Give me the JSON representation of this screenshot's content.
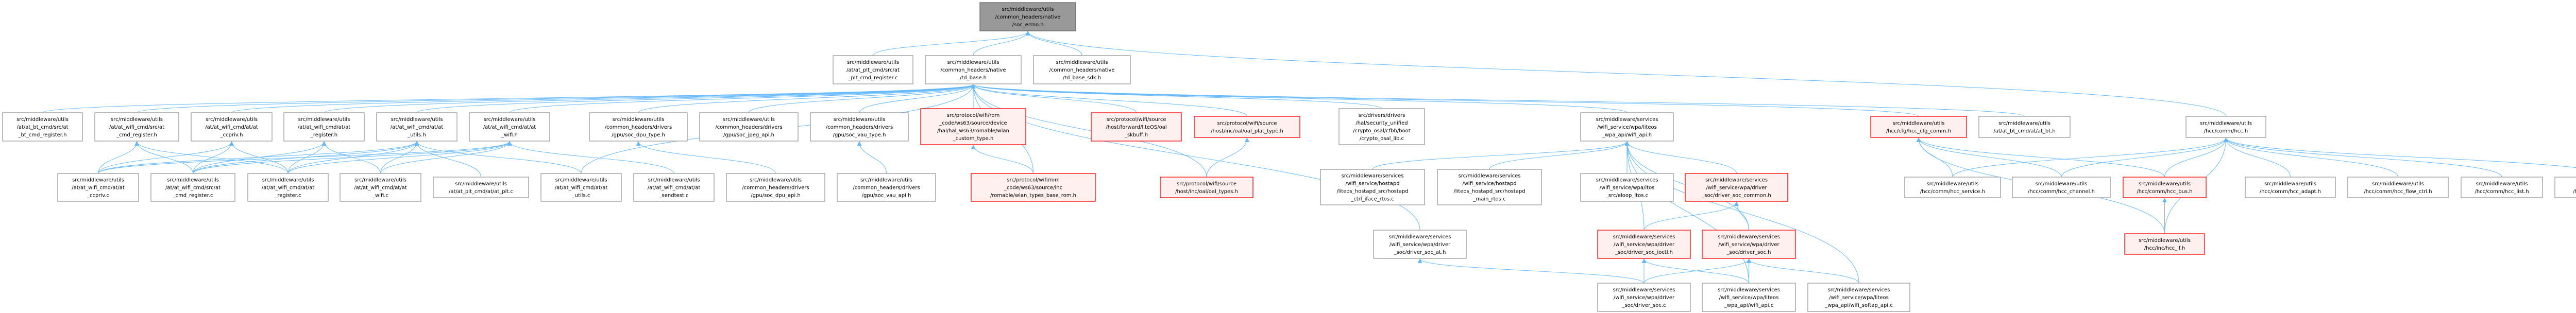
{
  "graph_title": "src/middleware/utils/common_headers/native/soc_errno.h",
  "colors": {
    "edge": "#63b8ff",
    "main_fill": "#999999",
    "main_border": "#666666",
    "normal_fill": "#ffffff",
    "normal_border": "#999999",
    "truncated_fill": "#fff0f0",
    "truncated_border": "#ff0000"
  },
  "nodes": {
    "soc_errno": {
      "lines": [
        "src/middleware/utils",
        "/common_headers/native",
        "/soc_errno.h"
      ],
      "kind": "main"
    },
    "at_plt_cmd_register_c": {
      "lines": [
        "src/middleware/utils",
        "/at/at_plt_cmd/src/at",
        "_plt_cmd_register.c"
      ],
      "kind": "normal"
    },
    "td_base": {
      "lines": [
        "src/middleware/utils",
        "/common_headers/native",
        "/td_base.h"
      ],
      "kind": "normal"
    },
    "td_base_sdk": {
      "lines": [
        "src/middleware/utils",
        "/common_headers/native",
        "/td_base_sdk.h"
      ],
      "kind": "normal"
    },
    "at_bt_cmd_register_h": {
      "lines": [
        "src/middleware/utils",
        "/at/at_bt_cmd/src/at",
        "_bt_cmd_register.h"
      ],
      "kind": "normal"
    },
    "at_cmd_register_h": {
      "lines": [
        "src/middleware/utils",
        "/at/at_wifi_cmd/src/at",
        "_cmd_register.h"
      ],
      "kind": "normal"
    },
    "at_ccpriv_h": {
      "lines": [
        "src/middleware/utils",
        "/at/at_wifi_cmd/at/at",
        "_ccpriv.h"
      ],
      "kind": "normal"
    },
    "at_register_h": {
      "lines": [
        "src/middleware/utils",
        "/at/at_wifi_cmd/at/at",
        "_register.h"
      ],
      "kind": "normal"
    },
    "at_utils_h": {
      "lines": [
        "src/middleware/utils",
        "/at/at_wifi_cmd/at/at",
        "_utils.h"
      ],
      "kind": "normal"
    },
    "at_wifi_h": {
      "lines": [
        "src/middleware/utils",
        "/at/at_wifi_cmd/at/at",
        "_wifi.h"
      ],
      "kind": "normal"
    },
    "soc_dpu_type": {
      "lines": [
        "src/middleware/utils",
        "/common_headers/drivers",
        "/gpu/soc_dpu_type.h"
      ],
      "kind": "normal"
    },
    "soc_jpeg_api": {
      "lines": [
        "src/middleware/utils",
        "/common_headers/drivers",
        "/gpu/soc_jpeg_api.h"
      ],
      "kind": "normal"
    },
    "soc_vau_type": {
      "lines": [
        "src/middleware/utils",
        "/common_headers/drivers",
        "/gpu/soc_vau_type.h"
      ],
      "kind": "normal"
    },
    "wlan_custom_type": {
      "lines": [
        "src/protocol/wifi/rom",
        "_code/ws63/source/device",
        "/hal/hal_ws63/romable/wlan",
        "_custom_type.h"
      ],
      "kind": "truncated"
    },
    "oal_skbuff": {
      "lines": [
        "src/protocol/wifi/source",
        "/host/forward/liteOS/oal",
        "_skbuff.h"
      ],
      "kind": "truncated"
    },
    "oal_plat_type": {
      "lines": [
        "src/protocol/wifi/source",
        "/host/inc/oal/oal_plat_type.h"
      ],
      "kind": "truncated"
    },
    "crypto_osal_lib": {
      "lines": [
        "src/drivers/drivers",
        "/hal/security_unified",
        "/crypto_osal/cfbb/boot",
        "/crypto_osal_lib.c"
      ],
      "kind": "normal"
    },
    "wifi_api_h": {
      "lines": [
        "src/middleware/services",
        "/wifi_service/wpa/liteos",
        "_wpa_api/wifi_api.h"
      ],
      "kind": "normal"
    },
    "hcc_cfg_comm": {
      "lines": [
        "src/middleware/utils",
        "/hcc/cfg/hcc_cfg_comm.h"
      ],
      "kind": "truncated"
    },
    "at_bt_h": {
      "lines": [
        "src/middleware/utils",
        "/at/at_bt_cmd/at/at_bt.h"
      ],
      "kind": "normal"
    },
    "hcc_h": {
      "lines": [
        "src/middleware/utils",
        "/hcc/comm/hcc.h"
      ],
      "kind": "normal"
    },
    "at_ccpriv_c": {
      "lines": [
        "src/middleware/utils",
        "/at/at_wifi_cmd/at/at",
        "_ccpriv.c"
      ],
      "kind": "normal"
    },
    "at_cmd_register_c": {
      "lines": [
        "src/middleware/utils",
        "/at/at_wifi_cmd/src/at",
        "_cmd_register.c"
      ],
      "kind": "normal"
    },
    "at_register_c": {
      "lines": [
        "src/middleware/utils",
        "/at/at_wifi_cmd/at/at",
        "_register.c"
      ],
      "kind": "normal"
    },
    "at_wifi_c": {
      "lines": [
        "src/middleware/utils",
        "/at/at_wifi_cmd/at/at",
        "_wifi.c"
      ],
      "kind": "normal"
    },
    "at_plt_c": {
      "lines": [
        "src/middleware/utils",
        "/at/at_plt_cmd/at/at_plt.c"
      ],
      "kind": "normal"
    },
    "at_utils_c": {
      "lines": [
        "src/middleware/utils",
        "/at/at_wifi_cmd/at/at",
        "_utils.c"
      ],
      "kind": "normal"
    },
    "at_sendtest_c": {
      "lines": [
        "src/middleware/utils",
        "/at/at_wifi_cmd/at/at",
        "_sendtest.c"
      ],
      "kind": "normal"
    },
    "soc_dpu_api": {
      "lines": [
        "src/middleware/utils",
        "/common_headers/drivers",
        "/gpu/soc_dpu_api.h"
      ],
      "kind": "normal"
    },
    "soc_vau_api": {
      "lines": [
        "src/middleware/utils",
        "/common_headers/drivers",
        "/gpu/soc_vau_api.h"
      ],
      "kind": "normal"
    },
    "wlan_types_base_rom": {
      "lines": [
        "src/protocol/wifi/rom",
        "_code/ws63/source/inc",
        "/romable/wlan_types_base_rom.h"
      ],
      "kind": "truncated"
    },
    "oal_types": {
      "lines": [
        "src/protocol/wifi/source",
        "/host/inc/oal/oal_types.h"
      ],
      "kind": "truncated"
    },
    "hostapd_ctrl": {
      "lines": [
        "src/middleware/services",
        "/wifi_service/hostapd",
        "/liteos_hostapd_src/hostapd",
        "_ctrl_iface_rtos.c"
      ],
      "kind": "normal"
    },
    "hostapd_main": {
      "lines": [
        "src/middleware/services",
        "/wifi_service/hostapd",
        "/liteos_hostapd_src/hostapd",
        "_main_rtos.c"
      ],
      "kind": "normal"
    },
    "eloop_ltos": {
      "lines": [
        "src/middleware/services",
        "/wifi_service/wpa/ltos",
        "_src/eloop_ltos.c"
      ],
      "kind": "normal"
    },
    "driver_soc_common": {
      "lines": [
        "src/middleware/services",
        "/wifi_service/wpa/driver",
        "_soc/driver_soc_common.h"
      ],
      "kind": "truncated"
    },
    "hcc_service": {
      "lines": [
        "src/middleware/utils",
        "/hcc/comm/hcc_service.h"
      ],
      "kind": "normal"
    },
    "hcc_channel": {
      "lines": [
        "src/middleware/utils",
        "/hcc/comm/hcc_channel.h"
      ],
      "kind": "normal"
    },
    "hcc_bus": {
      "lines": [
        "src/middleware/utils",
        "/hcc/comm/hcc_bus.h"
      ],
      "kind": "truncated"
    },
    "hcc_adapt": {
      "lines": [
        "src/middleware/utils",
        "/hcc/comm/hcc_adapt.h"
      ],
      "kind": "normal"
    },
    "hcc_flow_ctrl": {
      "lines": [
        "src/middleware/utils",
        "/hcc/comm/hcc_flow_ctrl.h"
      ],
      "kind": "normal"
    },
    "hcc_list": {
      "lines": [
        "src/middleware/utils",
        "/hcc/comm/hcc_list.h"
      ],
      "kind": "normal"
    },
    "hcc_rom_callback": {
      "lines": [
        "src/middleware/utils",
        "/hcc/comm/hcc_rom_callback.h"
      ],
      "kind": "normal"
    },
    "driver_soc_at_h": {
      "lines": [
        "src/middleware/services",
        "/wifi_service/wpa/driver",
        "_soc/driver_soc_at.h"
      ],
      "kind": "normal"
    },
    "driver_soc_ioctl": {
      "lines": [
        "src/middleware/services",
        "/wifi_service/wpa/driver",
        "_soc/driver_soc_ioctl.h"
      ],
      "kind": "truncated"
    },
    "driver_soc_h": {
      "lines": [
        "src/middleware/services",
        "/wifi_service/wpa/driver",
        "_soc/driver_soc.h"
      ],
      "kind": "truncated"
    },
    "hcc_if": {
      "lines": [
        "src/middleware/utils",
        "/hcc/inc/hcc_if.h"
      ],
      "kind": "truncated"
    },
    "driver_soc_c": {
      "lines": [
        "src/middleware/services",
        "/wifi_service/wpa/driver",
        "_soc/driver_soc.c"
      ],
      "kind": "normal"
    },
    "wifi_api_c": {
      "lines": [
        "src/middleware/services",
        "/wifi_service/wpa/liteos",
        "_wpa_api/wifi_api.c"
      ],
      "kind": "normal"
    },
    "wifi_softap_api_c": {
      "lines": [
        "src/middleware/services",
        "/wifi_service/wpa/liteos",
        "_wpa_api/wifi_softap_api.c"
      ],
      "kind": "normal"
    }
  },
  "edges": [
    [
      "td_base",
      "soc_errno"
    ],
    [
      "td_base_sdk",
      "soc_errno"
    ],
    [
      "at_plt_cmd_register_c",
      "soc_errno"
    ],
    [
      "hcc_h",
      "soc_errno"
    ],
    [
      "at_bt_cmd_register_h",
      "td_base"
    ],
    [
      "at_cmd_register_h",
      "td_base"
    ],
    [
      "at_ccpriv_h",
      "td_base"
    ],
    [
      "at_register_h",
      "td_base"
    ],
    [
      "at_utils_h",
      "td_base"
    ],
    [
      "at_wifi_h",
      "td_base"
    ],
    [
      "soc_dpu_type",
      "td_base"
    ],
    [
      "soc_jpeg_api",
      "td_base"
    ],
    [
      "soc_vau_type",
      "td_base"
    ],
    [
      "wlan_custom_type",
      "td_base"
    ],
    [
      "oal_skbuff",
      "td_base"
    ],
    [
      "oal_plat_type",
      "td_base"
    ],
    [
      "crypto_osal_lib",
      "td_base"
    ],
    [
      "wifi_api_h",
      "td_base"
    ],
    [
      "hcc_cfg_comm",
      "td_base"
    ],
    [
      "at_bt_h",
      "td_base"
    ],
    [
      "wlan_types_base_rom",
      "td_base"
    ],
    [
      "oal_types",
      "td_base"
    ],
    [
      "at_utils_c",
      "td_base"
    ],
    [
      "driver_soc_at_h",
      "td_base"
    ],
    [
      "at_ccpriv_c",
      "at_cmd_register_h"
    ],
    [
      "at_ccpriv_c",
      "at_ccpriv_h"
    ],
    [
      "at_ccpriv_c",
      "at_utils_h"
    ],
    [
      "at_ccpriv_c",
      "at_wifi_h"
    ],
    [
      "at_cmd_register_c",
      "at_cmd_register_h"
    ],
    [
      "at_cmd_register_c",
      "at_ccpriv_h"
    ],
    [
      "at_cmd_register_c",
      "at_register_h"
    ],
    [
      "at_cmd_register_c",
      "at_utils_h"
    ],
    [
      "at_cmd_register_c",
      "at_wifi_h"
    ],
    [
      "at_register_c",
      "at_cmd_register_h"
    ],
    [
      "at_register_c",
      "at_ccpriv_h"
    ],
    [
      "at_register_c",
      "at_register_h"
    ],
    [
      "at_register_c",
      "at_utils_h"
    ],
    [
      "at_register_c",
      "at_wifi_h"
    ],
    [
      "at_wifi_c",
      "at_register_h"
    ],
    [
      "at_wifi_c",
      "at_utils_h"
    ],
    [
      "at_wifi_c",
      "at_wifi_h"
    ],
    [
      "at_plt_c",
      "at_utils_h"
    ],
    [
      "at_utils_c",
      "at_utils_h"
    ],
    [
      "at_sendtest_c",
      "at_wifi_h"
    ],
    [
      "soc_dpu_api",
      "soc_dpu_type"
    ],
    [
      "soc_vau_api",
      "soc_vau_type"
    ],
    [
      "wlan_types_base_rom",
      "wlan_custom_type"
    ],
    [
      "oal_types",
      "oal_plat_type"
    ],
    [
      "hostapd_ctrl",
      "wifi_api_h"
    ],
    [
      "hostapd_main",
      "wifi_api_h"
    ],
    [
      "eloop_ltos",
      "wifi_api_h"
    ],
    [
      "driver_soc_common",
      "wifi_api_h"
    ],
    [
      "driver_soc_ioctl",
      "wifi_api_h"
    ],
    [
      "driver_soc_ioctl",
      "driver_soc_common"
    ],
    [
      "driver_soc_h",
      "driver_soc_common"
    ],
    [
      "driver_soc_h",
      "wifi_api_h"
    ],
    [
      "driver_soc_c",
      "driver_soc_ioctl"
    ],
    [
      "driver_soc_c",
      "driver_soc_h"
    ],
    [
      "driver_soc_c",
      "driver_soc_at_h"
    ],
    [
      "wifi_api_c",
      "driver_soc_ioctl"
    ],
    [
      "wifi_api_c",
      "driver_soc_h"
    ],
    [
      "wifi_api_c",
      "wifi_api_h"
    ],
    [
      "wifi_softap_api_c",
      "driver_soc_h"
    ],
    [
      "wifi_softap_api_c",
      "wifi_api_h"
    ],
    [
      "hcc_service",
      "hcc_cfg_comm"
    ],
    [
      "hcc_service",
      "hcc_h"
    ],
    [
      "hcc_channel",
      "hcc_cfg_comm"
    ],
    [
      "hcc_channel",
      "hcc_h"
    ],
    [
      "hcc_bus",
      "hcc_cfg_comm"
    ],
    [
      "hcc_bus",
      "hcc_h"
    ],
    [
      "hcc_if",
      "hcc_bus"
    ],
    [
      "hcc_if",
      "hcc_h"
    ],
    [
      "hcc_if",
      "hcc_cfg_comm"
    ],
    [
      "hcc_adapt",
      "hcc_h"
    ],
    [
      "hcc_flow_ctrl",
      "hcc_h"
    ],
    [
      "hcc_list",
      "hcc_h"
    ],
    [
      "hcc_rom_callback",
      "hcc_h"
    ]
  ]
}
